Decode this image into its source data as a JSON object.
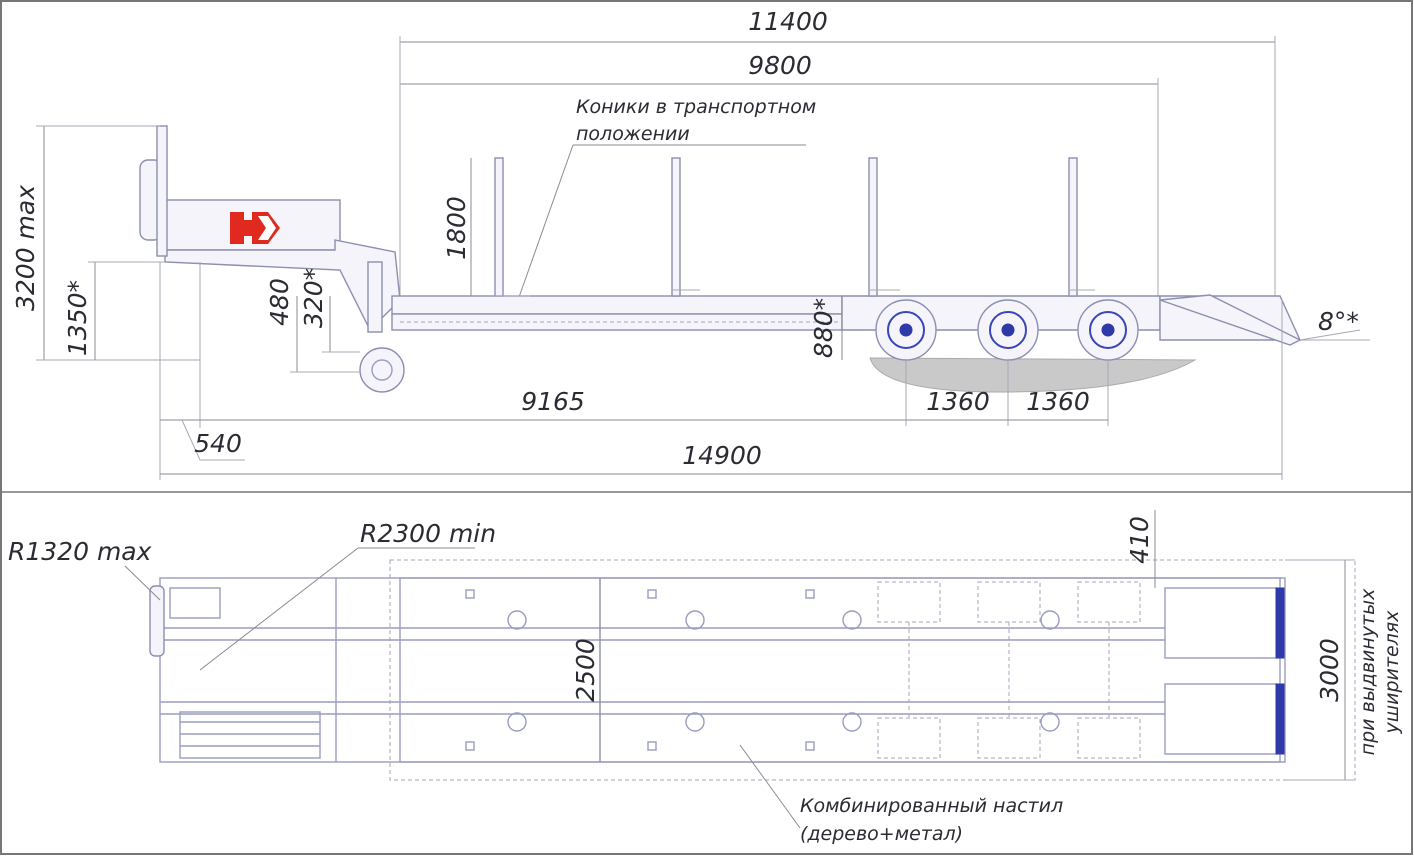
{
  "side_view": {
    "dims": {
      "overall_11400": "11400",
      "deck_9800": "9800",
      "stake_height": "1800",
      "max_height": "3200 max",
      "coupling_height": "1350*",
      "deck_height_480": "480",
      "deck_height_320": "320*",
      "platform_height": "880*",
      "wheelbase_9165": "9165",
      "axle_spacing_1": "1360",
      "axle_spacing_2": "1360",
      "kingpin_offset": "540",
      "overall_length": "14900",
      "ramp_angle": "8°*"
    },
    "notes": {
      "stakes_line1": "Коники в транспортном",
      "stakes_line2": "положении"
    },
    "logo_color": "#e02a1f"
  },
  "plan_view": {
    "dims": {
      "turn_radius_max": "R1320 max",
      "turn_radius_min": "R2300 min",
      "width_410": "410",
      "width_2500": "2500",
      "width_3000": "3000"
    },
    "notes": {
      "extended_line1": "при выдвинутых",
      "extended_line2": "уширителях",
      "deck_line1": "Комбинированный настил",
      "deck_line2": "(дерево+метал)"
    }
  }
}
